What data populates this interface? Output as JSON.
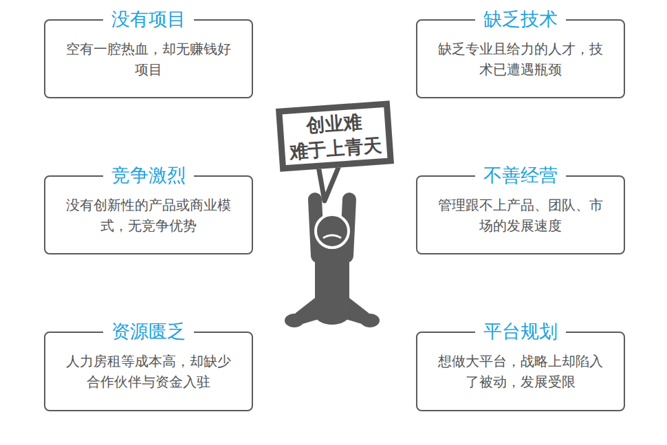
{
  "diagram": {
    "nodes": [
      {
        "text": [
          "没有项目",
          "空有一腔热血，却无赚钱好项目"
        ]
      },
      {
        "text": [
          "缺乏技术",
          "缺乏专业且给力的人才，技术已遭遇瓶颈"
        ]
      },
      {
        "text": [
          "创业难 难于上青天"
        ]
      },
      {
        "text": [
          "竞争激烈",
          "没有创新性的产品或商业模式，无竞争优势"
        ]
      },
      {
        "text": [
          "不善经营",
          "管理跟不上产品、团队、市场的发展速度"
        ]
      },
      {
        "text": [
          "资源匮乏",
          "人力房租等成本高，却缺少合作伙伴与资金入驻"
        ]
      },
      {
        "text": [
          "平台规划",
          "想做大平台，战略上却陷入了被动，发展受限"
        ]
      }
    ]
  }
}
